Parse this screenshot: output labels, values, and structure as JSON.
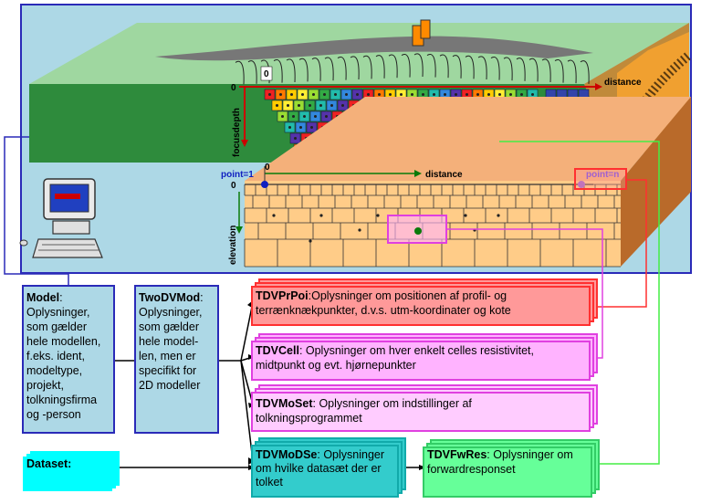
{
  "scene": {
    "profile_zero_label": "0",
    "distance_label": "distance",
    "focusdepth_label": "focusdepth",
    "axis_zero_label": "0",
    "point1_label": "point=1",
    "pointn_label": "point=n",
    "elevation_label": "elevation",
    "elev_zero_top": "0",
    "elev_zero_left": "0"
  },
  "boxes": {
    "model": {
      "name": "Model",
      "lines": [
        ": ",
        "Oplysninger,",
        "som gælder",
        "hele modellen,",
        "f.eks. ident,",
        "modeltype,",
        "projekt,",
        "tolkningsfirma",
        "og -person"
      ]
    },
    "twodvmod": {
      "name": "TwoDVMod",
      "lines": [
        ":",
        "Oplysninger,",
        "som gælder",
        "hele model-",
        "len, men er",
        "specifikt for",
        "2D modeller"
      ]
    },
    "dataset": {
      "name": "Dataset:"
    },
    "tdvprpoi": {
      "name": "TDVPrPoi",
      "lines": [
        ":Oplysninger om positionen af profil- og",
        "terrænknækpunkter, d.v.s. utm-koordinater og kote"
      ]
    },
    "tdvcell": {
      "name": "TDVCell",
      "lines": [
        ": Oplysninger om hver enkelt celles resistivitet,",
        "midtpunkt og evt. hjørnepunkter"
      ]
    },
    "tdvmoset": {
      "name": "TDVMoSet",
      "lines": [
        ": Oplysninger om indstillinger af",
        "tolkningsprogrammet"
      ]
    },
    "tdvmodse": {
      "name": "TDVMoDSe",
      "lines": [
        ": Oplysninger",
        "om hvilke datasæt der er",
        "tolket"
      ]
    },
    "tdvfwres": {
      "name": "TDVFwRes",
      "lines": [
        ": Oplysninger om",
        "forwardresponset"
      ]
    }
  },
  "colors": {
    "panel_bg": "#add8e6",
    "terrain": "#2e8b3c",
    "brick": "#ffcc88",
    "tdvprpoi": "#ff9999",
    "tdvcell": "#ffb3ff",
    "tdvmoset": "#ffccff",
    "tdvmodse": "#33cccc",
    "tdvfwres": "#66ff99",
    "model_box": "#add8e6",
    "dataset_box": "#00ffff"
  }
}
